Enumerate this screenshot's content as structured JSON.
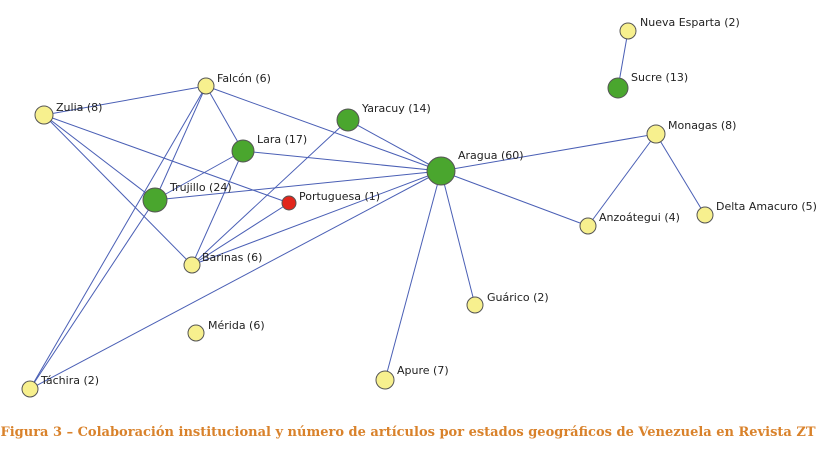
{
  "caption": "Figura 3 – Colaboración institucional  y número de artículos por estados geográficos de Venezuela en Revista ZT",
  "colors": {
    "yellow": "#f7f08e",
    "green": "#4aa62e",
    "red": "#e2261c",
    "edge": "#4a5fb5",
    "caption": "#d9822b"
  },
  "nodes": [
    {
      "id": "zulia",
      "label": "Zulia (8)",
      "color": "yellow"
    },
    {
      "id": "falcon",
      "label": "Falcón (6)",
      "color": "yellow"
    },
    {
      "id": "lara",
      "label": "Lara (17)",
      "color": "green"
    },
    {
      "id": "yaracuy",
      "label": "Yaracuy (14)",
      "color": "green"
    },
    {
      "id": "trujillo",
      "label": "Trujillo (24)",
      "color": "green"
    },
    {
      "id": "portuguesa",
      "label": "Portuguesa (1)",
      "color": "red"
    },
    {
      "id": "barinas",
      "label": "Barinas (6)",
      "color": "yellow"
    },
    {
      "id": "merida",
      "label": "Mérida (6)",
      "color": "yellow"
    },
    {
      "id": "tachira",
      "label": "Táchira (2)",
      "color": "yellow"
    },
    {
      "id": "aragua",
      "label": "Aragua (60)",
      "color": "green"
    },
    {
      "id": "nueva_esparta",
      "label": "Nueva Esparta (2)",
      "color": "yellow"
    },
    {
      "id": "sucre",
      "label": "Sucre (13)",
      "color": "green"
    },
    {
      "id": "monagas",
      "label": "Monagas (8)",
      "color": "yellow"
    },
    {
      "id": "anzoategui",
      "label": "Anzoátegui (4)",
      "color": "yellow"
    },
    {
      "id": "delta_amacuro",
      "label": "Delta Amacuro (5)",
      "color": "yellow"
    },
    {
      "id": "guarico",
      "label": "Guárico (2)",
      "color": "yellow"
    },
    {
      "id": "apure",
      "label": "Apure (7)",
      "color": "yellow"
    }
  ],
  "edges": [
    [
      "zulia",
      "falcon"
    ],
    [
      "zulia",
      "trujillo"
    ],
    [
      "zulia",
      "barinas"
    ],
    [
      "zulia",
      "portuguesa"
    ],
    [
      "falcon",
      "lara"
    ],
    [
      "falcon",
      "aragua"
    ],
    [
      "falcon",
      "trujillo"
    ],
    [
      "falcon",
      "tachira"
    ],
    [
      "lara",
      "aragua"
    ],
    [
      "lara",
      "trujillo"
    ],
    [
      "lara",
      "barinas"
    ],
    [
      "yaracuy",
      "aragua"
    ],
    [
      "yaracuy",
      "barinas"
    ],
    [
      "trujillo",
      "aragua"
    ],
    [
      "trujillo",
      "tachira"
    ],
    [
      "portuguesa",
      "barinas"
    ],
    [
      "barinas",
      "aragua"
    ],
    [
      "tachira",
      "aragua"
    ],
    [
      "aragua",
      "monagas"
    ],
    [
      "aragua",
      "anzoategui"
    ],
    [
      "aragua",
      "guarico"
    ],
    [
      "aragua",
      "apure"
    ],
    [
      "monagas",
      "anzoategui"
    ],
    [
      "monagas",
      "delta_amacuro"
    ],
    [
      "nueva_esparta",
      "sucre"
    ]
  ]
}
